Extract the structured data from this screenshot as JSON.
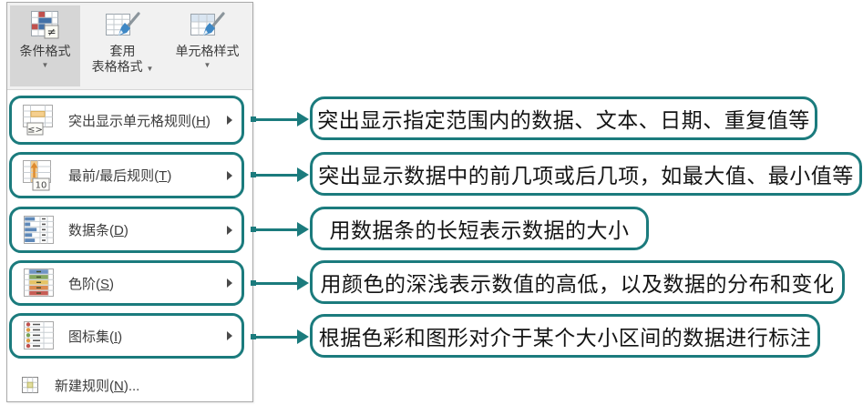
{
  "colors": {
    "accent_teal": "#1b7b7d",
    "selected_button_bg": "#d6d6d6",
    "bar_blue": "#5e88b8",
    "highlight_yellow": "#f2cc8f"
  },
  "ribbon": {
    "conditional_formatting": {
      "label": "条件格式",
      "caret": "▼"
    },
    "format_as_table": {
      "label_line1": "套用",
      "label_line2": "表格格式",
      "caret": "▼"
    },
    "cell_styles": {
      "label": "单元格样式",
      "caret": "▼"
    }
  },
  "menu": {
    "items": [
      {
        "pre": "突出显示单元格规则(",
        "key": "H",
        "suf": ")"
      },
      {
        "pre": "最前/最后规则(",
        "key": "T",
        "suf": ")"
      },
      {
        "pre": "数据条(",
        "key": "D",
        "suf": ")"
      },
      {
        "pre": "色阶(",
        "key": "S",
        "suf": ")"
      },
      {
        "pre": "图标集(",
        "key": "I",
        "suf": ")"
      }
    ],
    "new_rule": {
      "pre": "新建规则(",
      "key": "N",
      "suf": ")..."
    }
  },
  "icon_badges": {
    "not_equal": "≠",
    "compare": "≤>",
    "ten": "10"
  },
  "callouts": [
    {
      "text": "突出显示指定范围内的数据、文本、日期、重复值等"
    },
    {
      "text": "突出显示数据中的前几项或后几项，如最大值、最小值等"
    },
    {
      "text": "用数据条的长短表示数据的大小"
    },
    {
      "text": "用颜色的深浅表示数值的高低，以及数据的分布和变化"
    },
    {
      "text": "根据色彩和图形对介于某个大小区间的数据进行标注"
    }
  ]
}
